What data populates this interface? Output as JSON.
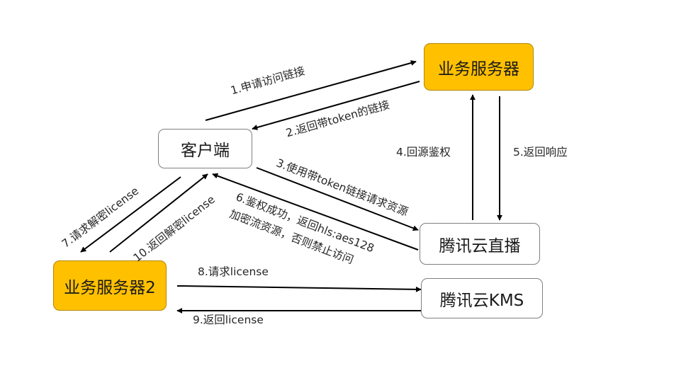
{
  "diagram": {
    "nodes": {
      "biz_server": "业务服务器",
      "client": "客户端",
      "live": "腾讯云直播",
      "biz_server2": "业务服务器2",
      "kms": "腾讯云KMS"
    },
    "colors": {
      "highlight": "#ffc000",
      "box_border": "#7f7f7f",
      "arrow": "#000000"
    },
    "edges": [
      {
        "id": "e1",
        "label": "1.申请访问链接"
      },
      {
        "id": "e2",
        "label": "2.返回带token的链接"
      },
      {
        "id": "e3",
        "label": "3.使用带token链接请求资源"
      },
      {
        "id": "e4",
        "label": "4.回源鉴权"
      },
      {
        "id": "e5",
        "label": "5.返回响应"
      },
      {
        "id": "e6",
        "label_line1": "6.鉴权成功，返回hls:aes128",
        "label_line2": "加密流资源，否则禁止访问"
      },
      {
        "id": "e7",
        "label": "7.请求解密license"
      },
      {
        "id": "e8",
        "label": "8.请求license"
      },
      {
        "id": "e9",
        "label": "9.返回license"
      },
      {
        "id": "e10",
        "label": "10.返回解密license"
      }
    ]
  }
}
